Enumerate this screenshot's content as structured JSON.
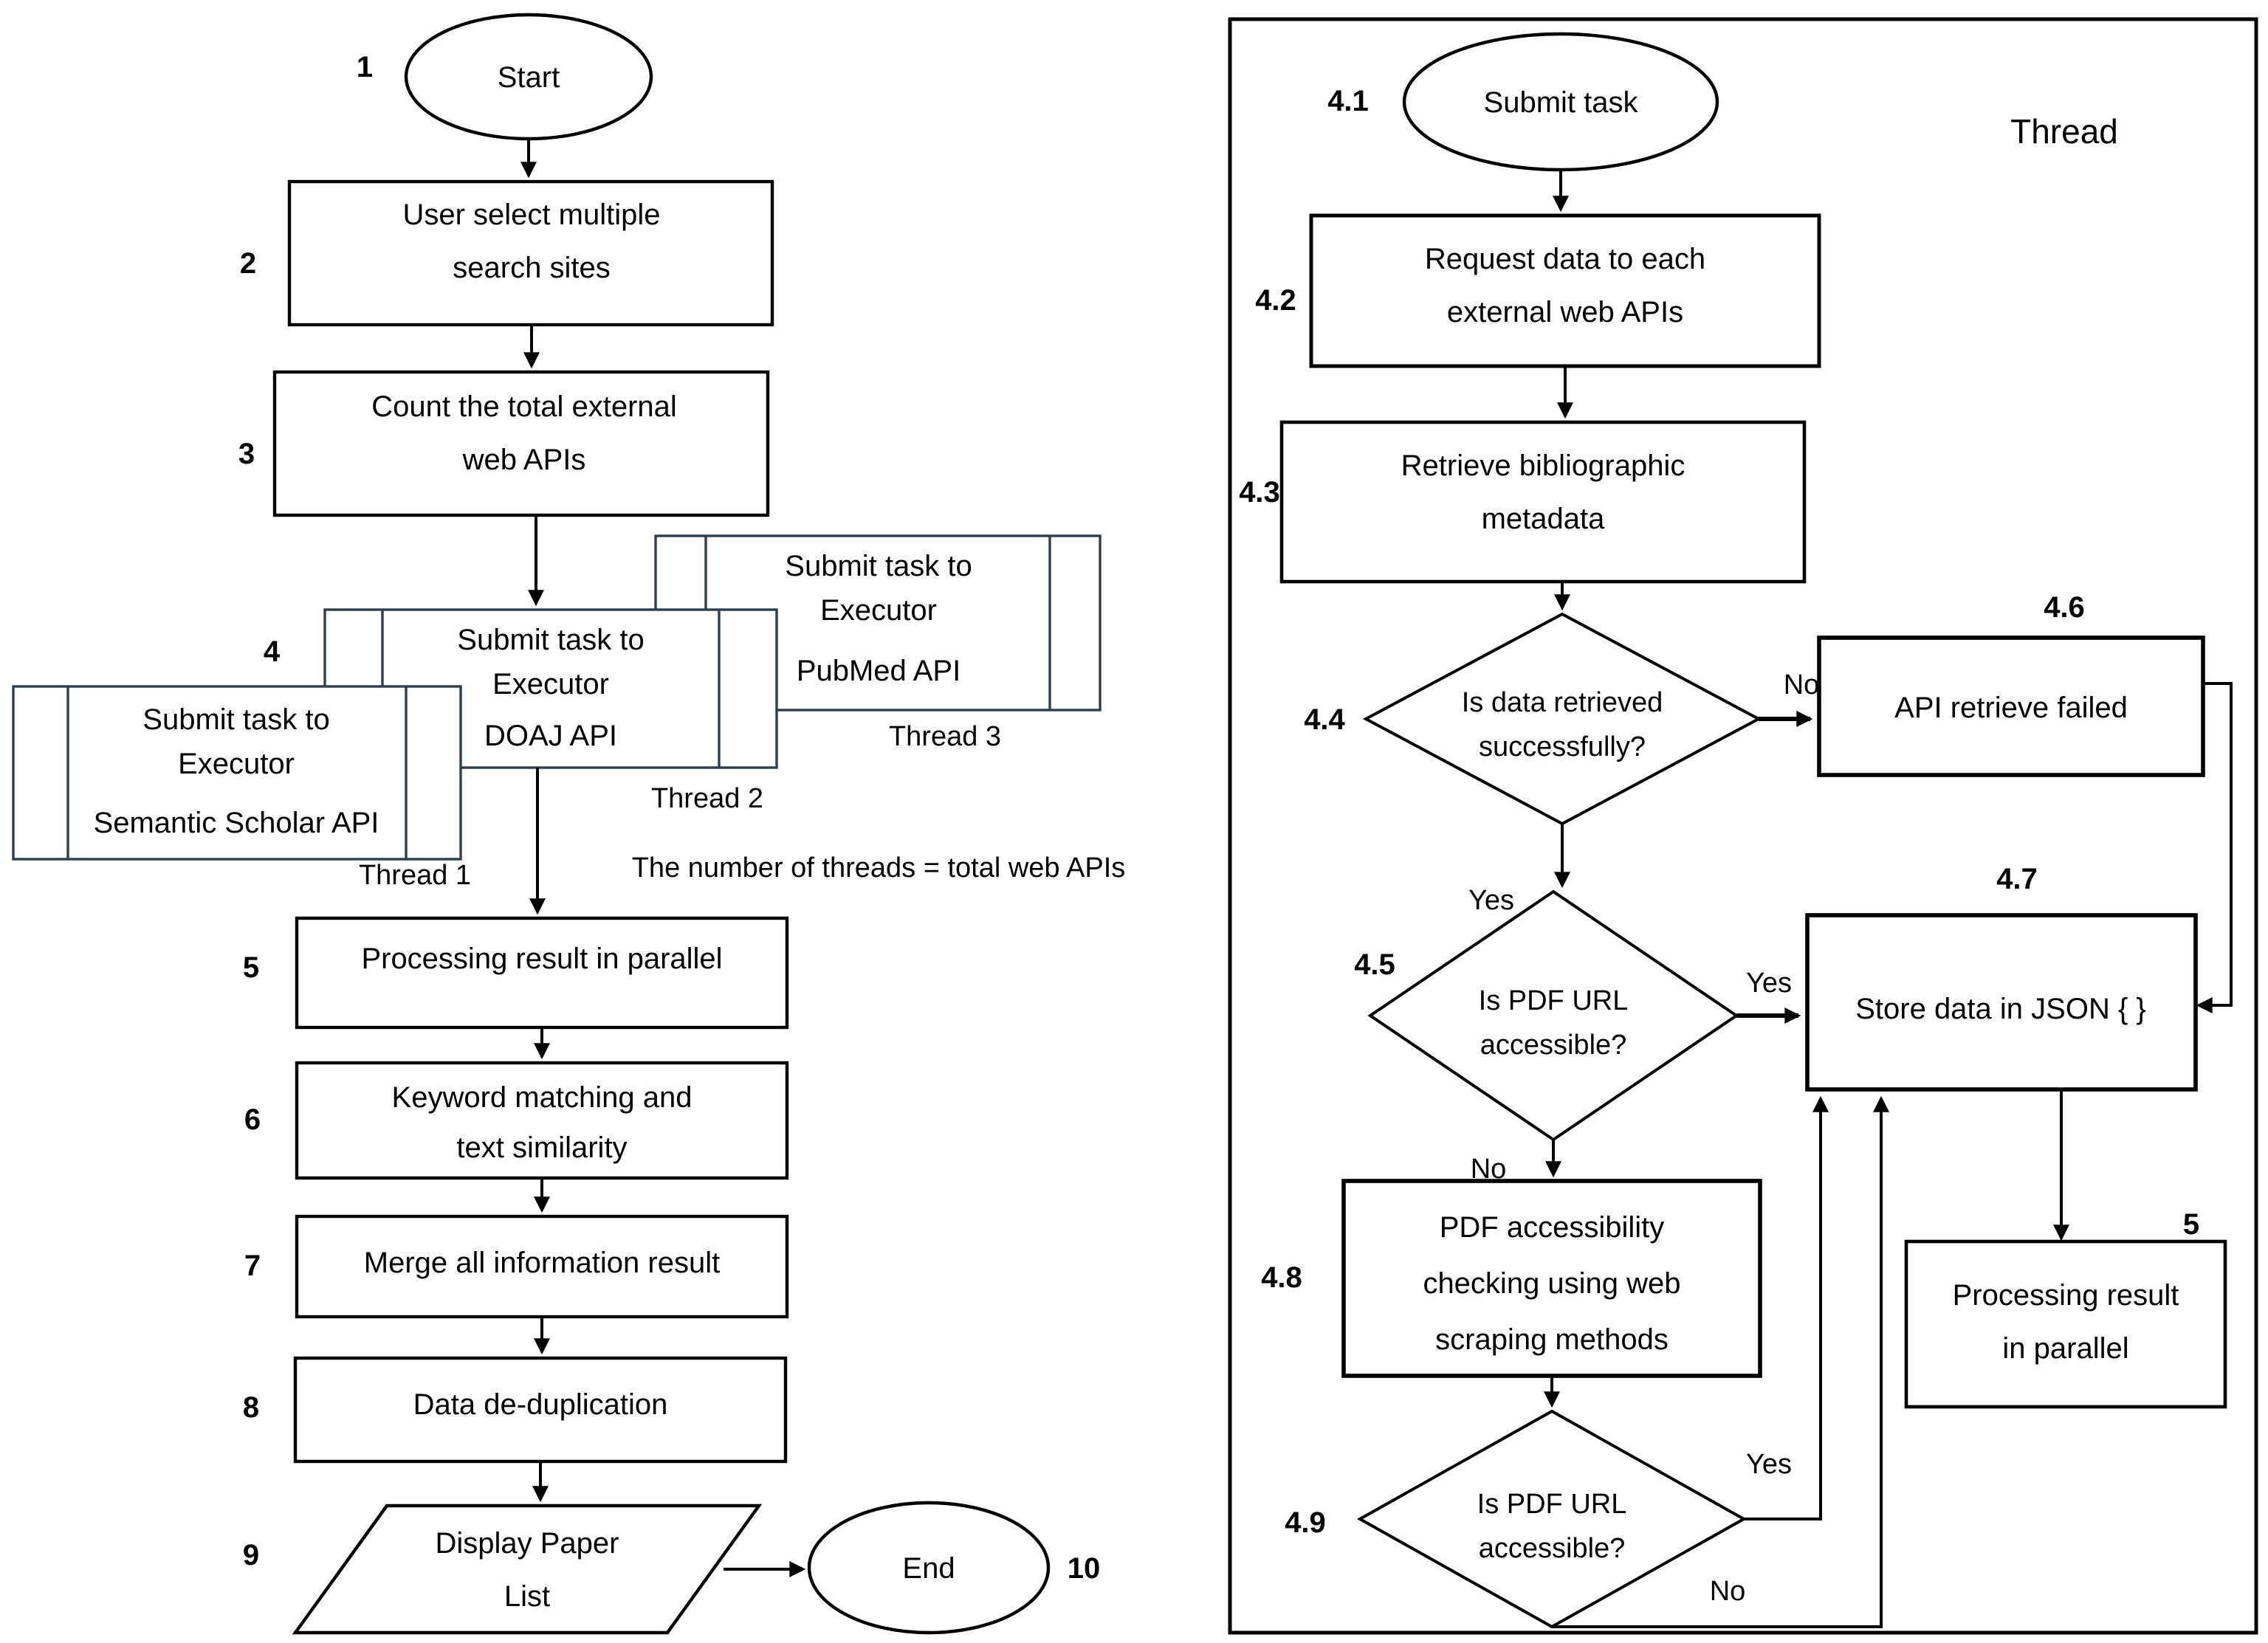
{
  "colors": {
    "background": "#ffffff",
    "line": "#000000",
    "thread_box_stroke": "#2a3f50"
  },
  "left_flow": {
    "start": {
      "num": "1",
      "label": "Start"
    },
    "select_sites": {
      "num": "2",
      "lines": [
        "User select multiple",
        "search sites"
      ]
    },
    "count_apis": {
      "num": "3",
      "lines": [
        "Count the total external",
        "web APIs"
      ]
    },
    "submit_group_num": "4",
    "threads": [
      {
        "lines": [
          "Submit task to",
          "Executor",
          "Semantic Scholar API"
        ],
        "caption": "Thread 1"
      },
      {
        "lines": [
          "Submit task to",
          "Executor",
          "DOAJ API"
        ],
        "caption": "Thread 2"
      },
      {
        "lines": [
          "Submit task to",
          "Executor",
          "PubMed API"
        ],
        "caption": "Thread 3"
      }
    ],
    "threads_note": "The number of threads = total web APIs",
    "processing": {
      "num": "5",
      "label": "Processing result in parallel"
    },
    "keyword": {
      "num": "6",
      "lines": [
        "Keyword matching and",
        "text similarity"
      ]
    },
    "merge": {
      "num": "7",
      "label": "Merge all information result"
    },
    "dedup": {
      "num": "8",
      "label": "Data de-duplication"
    },
    "display": {
      "num": "9",
      "lines": [
        "Display Paper",
        "List"
      ]
    },
    "end": {
      "num": "10",
      "label": "End"
    }
  },
  "thread_panel": {
    "title": "Thread",
    "submit_task": {
      "num": "4.1",
      "label": "Submit task"
    },
    "request_data": {
      "num": "4.2",
      "lines": [
        "Request data to each",
        "external web APIs"
      ]
    },
    "retrieve_meta": {
      "num": "4.3",
      "lines": [
        "Retrieve bibliographic",
        "metadata"
      ]
    },
    "is_data_retrieved": {
      "num": "4.4",
      "lines": [
        "Is data retrieved",
        "successfully?"
      ]
    },
    "api_failed": {
      "num": "4.6",
      "label": "API retrieve failed"
    },
    "is_pdf_url": {
      "num": "4.5",
      "lines": [
        "Is PDF URL",
        "accessible?"
      ]
    },
    "store_json": {
      "num": "4.7",
      "label": "Store data in JSON { }"
    },
    "pdf_check": {
      "num": "4.8",
      "lines": [
        "PDF accessibility",
        "checking using web",
        "scraping methods"
      ]
    },
    "is_pdf_url2": {
      "num": "4.9",
      "lines": [
        "Is PDF URL",
        "accessible?"
      ]
    },
    "processing": {
      "num": "5",
      "lines": [
        "Processing result",
        "in parallel"
      ]
    },
    "labels": {
      "no_44": "No",
      "yes_44": "Yes",
      "yes_45": "Yes",
      "no_45": "No",
      "yes_49": "Yes",
      "no_49": "No"
    }
  }
}
